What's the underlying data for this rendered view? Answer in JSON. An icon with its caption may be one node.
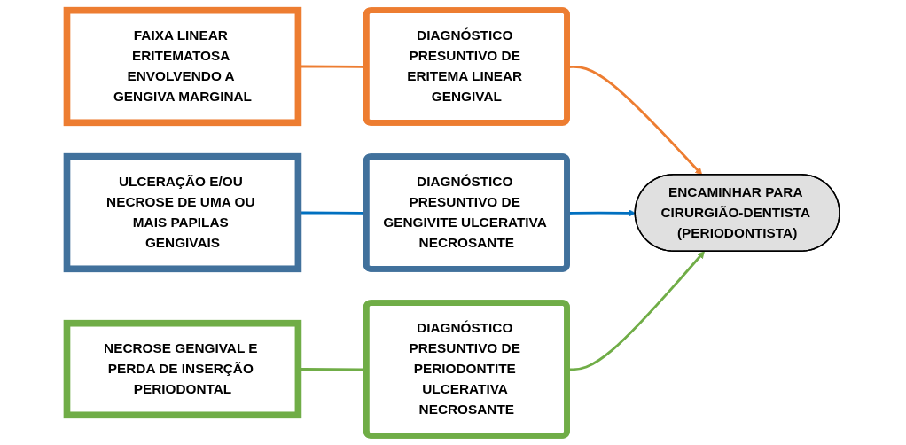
{
  "diagram": {
    "nodes": [
      {
        "text": [
          "FAIXA LINEAR ERITEMATOSA ENVOLVENDO A GENGIVA MARGINAL"
        ]
      },
      {
        "text": [
          "DIAGNÓSTICO PRESUNTIVO DE ERITEMA LINEAR GENGIVAL"
        ]
      },
      {
        "text": [
          "ULCERAÇÃO E/OU NECROSE DE UMA OU MAIS PAPILAS GENGIVAIS"
        ]
      },
      {
        "text": [
          "DIAGNÓSTICO PRESUNTIVO DE GENGIVITE ULCERATIVA NECROSANTE"
        ]
      },
      {
        "text": [
          "NECROSE GENGIVAL E PERDA DE INSERÇÃO PERIODONTAL"
        ]
      },
      {
        "text": [
          "DIAGNÓSTICO PRESUNTIVO DE PERIODONTITE ULCERATIVA NECROSANTE"
        ]
      },
      {
        "text": [
          "ENCAMINHAR PARA CIRURGIÃO-DENTISTA (PERIODONTISTA)"
        ]
      }
    ],
    "edges": [
      {
        "from": 0,
        "to": 1,
        "arrow": "none",
        "color": "#ed7d31"
      },
      {
        "from": 1,
        "to": 6,
        "arrow": "to",
        "color": "#ed7d31"
      },
      {
        "from": 2,
        "to": 3,
        "arrow": "none",
        "color": "#0070c0"
      },
      {
        "from": 3,
        "to": 6,
        "arrow": "to",
        "color": "#0070c0"
      },
      {
        "from": 4,
        "to": 5,
        "arrow": "none",
        "color": "#70ad47"
      },
      {
        "from": 5,
        "to": 6,
        "arrow": "to",
        "color": "#70ad47"
      }
    ]
  }
}
